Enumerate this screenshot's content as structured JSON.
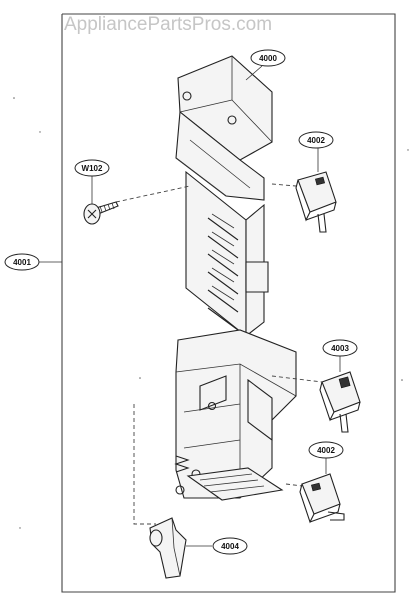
{
  "watermark": "AppliancePartsPros.com",
  "callouts": {
    "frame": "4000",
    "assembly": "4001",
    "switch_top": "4002",
    "switch_middle": "4003",
    "switch_bottom": "4002",
    "lever": "4004",
    "screw": "W102"
  }
}
